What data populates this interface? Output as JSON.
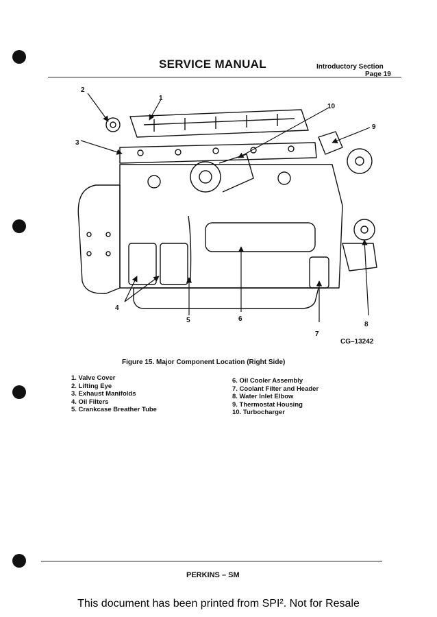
{
  "header": {
    "title": "SERVICE MANUAL",
    "section": "Introductory Section",
    "page": "Page 19"
  },
  "figure": {
    "callouts": [
      "1",
      "2",
      "3",
      "4",
      "5",
      "6",
      "7",
      "8",
      "9",
      "10"
    ],
    "drawing_id": "CG–13242",
    "caption": "Figure 15. Major Component Location (Right Side)"
  },
  "legend": {
    "left": [
      "1. Valve Cover",
      "2. Lifting Eye",
      "3. Exhaust Manifolds",
      "4. Oil Filters",
      "5. Crankcase Breather Tube"
    ],
    "right": [
      "6. Oil Cooler Assembly",
      "7. Coolant Filter and Header",
      "8. Water Inlet Elbow",
      "9. Thermostat Housing",
      "10. Turbocharger"
    ]
  },
  "footer": {
    "label": "PERKINS – SM",
    "note": "This document has been printed from SPI². Not for Resale"
  }
}
